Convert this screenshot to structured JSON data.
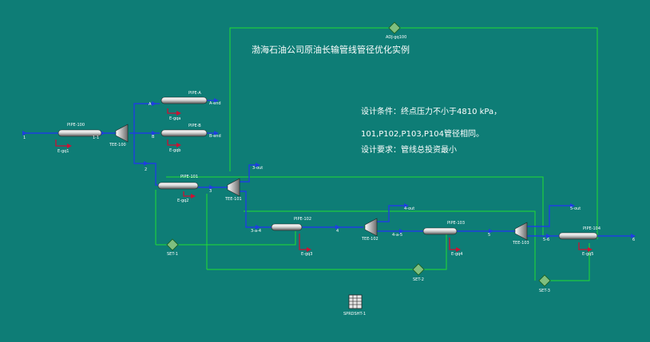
{
  "title": "渤海石油公司原油长输管线管径优化实例",
  "notes": {
    "line1": "设计条件：终点压力不小于4810 kPa，",
    "line2": "101,P102,P103,P104管径相同。",
    "line3": "设计要求：管线总投资最小"
  },
  "labels": {
    "pipe100": "PIPE-100",
    "pipeA": "PIPE-A",
    "pipeB": "PIPE-B",
    "pipe101": "PIPE-101",
    "pipe102": "PIPE-102",
    "pipe103": "PIPE-103",
    "pipe104": "PIPE-104",
    "tee100": "TEE-100",
    "tee101": "TEE-101",
    "tee102": "TEE-102",
    "tee103": "TEE-103",
    "adj": "ADJ-gq100",
    "set1": "SET-1",
    "set2": "SET-2",
    "set3": "SET-3",
    "spreadsheet": "SPRDSHT-1",
    "s1": "1",
    "s11": "1-1",
    "sA": "A",
    "sB": "B",
    "sAend": "A-end",
    "sBend": "B-end",
    "s2": "2",
    "s3": "3",
    "s3out": "3-out",
    "s3a4": "3-a-4",
    "s4": "4",
    "s4out": "4-out",
    "s4a5": "4-a-5",
    "s5": "5",
    "s5out": "5-out",
    "s56": "5-6",
    "s6": "6",
    "eq1": "E-gq1",
    "eqA": "E-gqa",
    "eqB": "E-gqb",
    "eq2": "E-gq2",
    "eq3": "E-gq3",
    "eq4": "E-gq4",
    "eq5": "E-gq5"
  }
}
